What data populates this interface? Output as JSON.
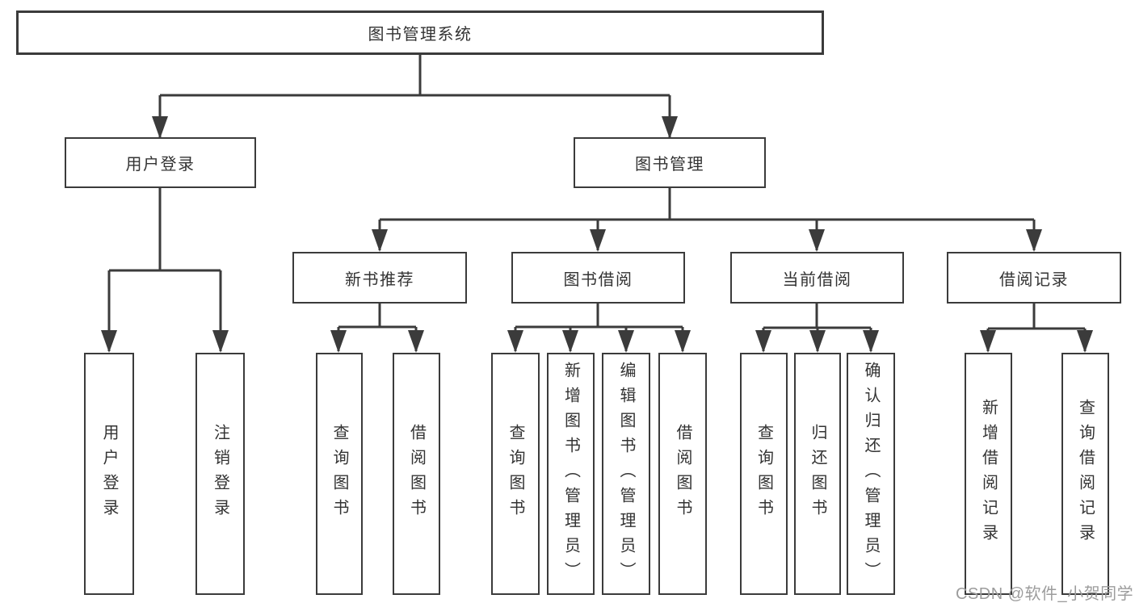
{
  "tree": {
    "root": {
      "label": "图书管理系统",
      "children": [
        {
          "label": "用户登录",
          "children": [
            {
              "label": "用户登录"
            },
            {
              "label": "注销登录"
            }
          ]
        },
        {
          "label": "图书管理",
          "children": [
            {
              "label": "新书推荐",
              "children": [
                {
                  "label": "查询图书"
                },
                {
                  "label": "借阅图书"
                }
              ]
            },
            {
              "label": "图书借阅",
              "children": [
                {
                  "label": "查询图书"
                },
                {
                  "label": "新增图书（管理员）"
                },
                {
                  "label": "编辑图书（管理员）"
                },
                {
                  "label": "借阅图书"
                }
              ]
            },
            {
              "label": "当前借阅",
              "children": [
                {
                  "label": "查询图书"
                },
                {
                  "label": "归还图书"
                },
                {
                  "label": "确认归还（管理员）"
                }
              ]
            },
            {
              "label": "借阅记录",
              "children": [
                {
                  "label": "新增借阅记录"
                },
                {
                  "label": "查询借阅记录"
                }
              ]
            }
          ]
        }
      ]
    }
  },
  "watermark": {
    "text": "CSDN @软件_小贺同学"
  },
  "colors": {
    "line": "#3b3b3b",
    "box_border": "#3b3b3b",
    "box_background": "#ffffff",
    "text": "#333333",
    "watermark": "#9c9c9c",
    "background": "#ffffff"
  }
}
